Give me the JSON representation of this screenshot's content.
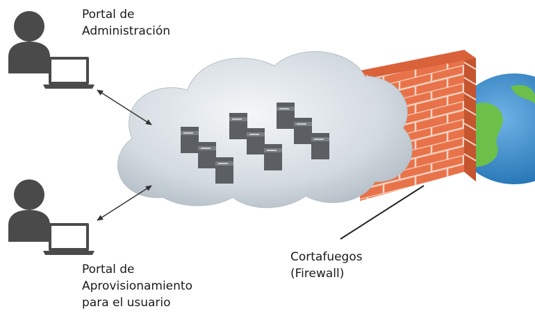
{
  "labels": {
    "admin_portal": [
      "Portal de",
      "Administración"
    ],
    "user_portal": [
      "Portal de",
      "Aprovisionamiento",
      "para el usuario"
    ],
    "firewall": [
      "Cortafuegos",
      "(Firewall)"
    ]
  },
  "icons": {
    "admin_user": "user-icon",
    "admin_laptop": "laptop-icon",
    "end_user": "user-icon",
    "end_user_laptop": "laptop-icon",
    "cloud": "cloud-icon",
    "servers": "server-icon",
    "firewall": "brick-wall-icon",
    "globe": "globe-icon"
  },
  "colors": {
    "person": "#4a4a4a",
    "cloud": "#cfd6dc",
    "server": "#5b5f63",
    "brick": "#e8734a",
    "brick_side": "#c4552f",
    "ocean": "#2f86c9",
    "land": "#6cc04a"
  }
}
